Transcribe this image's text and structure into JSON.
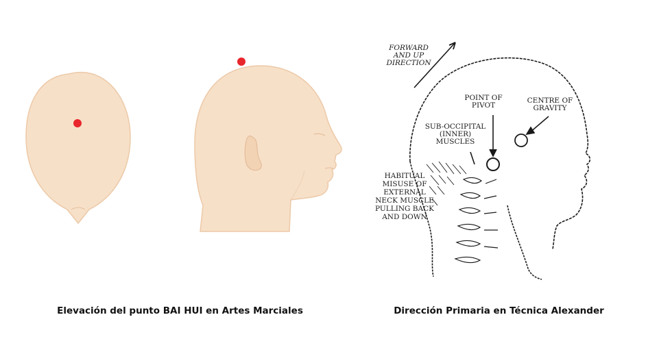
{
  "captions": {
    "left": "Elevación del punto BAI HUI en Artes Marciales",
    "right": "Dirección Primaria en Técnica Alexander"
  },
  "colors": {
    "skin": "#f7e0c8",
    "skin_shadow": "#ecc9a8",
    "point": "#e8262c",
    "ink": "#1a1a1a"
  },
  "alexander_labels": {
    "forward_up": [
      "FORWARD",
      "AND UP",
      "DIRECTION"
    ],
    "point_of_pivot": [
      "POINT OF",
      "PIVOT"
    ],
    "centre_of_gravity": [
      "CENTRE OF",
      "GRAVITY"
    ],
    "sub_occipital": [
      "SUB-OCCIPITAL",
      "(INNER)",
      "MUSCLES"
    ],
    "habitual_misuse": [
      "HABITUAL",
      "MISUSE OF",
      "EXTERNAL",
      "NECK MUSCLE",
      "PULLING BACK",
      "AND DOWN"
    ]
  }
}
